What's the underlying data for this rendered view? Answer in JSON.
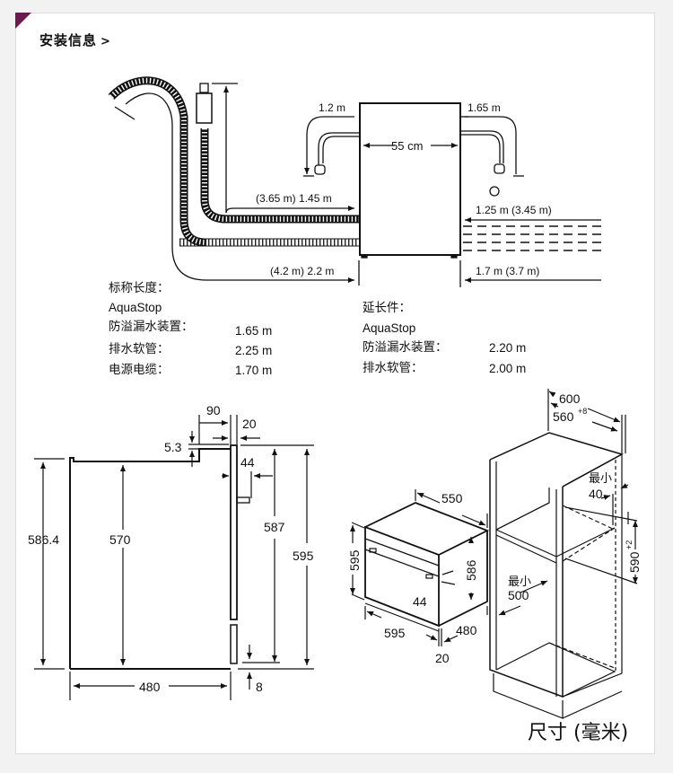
{
  "header": {
    "title": "安装信息",
    "chevron": ">"
  },
  "hose_diagram": {
    "appliance_width": "55 cm",
    "left_cable": "1.2 m",
    "right_cable": "1.65 m",
    "aquastop_inlet": "(3.65 m) 1.45 m",
    "drain_hose": "(4.2 m) 2.2 m",
    "right_upper": "1.25 m (3.45 m)",
    "right_lower": "1.7 m (3.7 m)"
  },
  "lengths": {
    "nominal": {
      "heading": "标称长度：",
      "aquastop_label": "AquaStop",
      "items": [
        {
          "label": "防溢漏水装置：",
          "value": "1.65 m"
        },
        {
          "label": "排水软管：",
          "value": "2.25 m"
        },
        {
          "label": "电源电缆：",
          "value": "1.70 m"
        }
      ]
    },
    "extension": {
      "heading": "延长件：",
      "aquastop_label": "AquaStop",
      "items": [
        {
          "label": "防溢漏水装置：",
          "value": "2.20 m"
        },
        {
          "label": "排水软管：",
          "value": "2.00 m"
        }
      ]
    }
  },
  "side_view": {
    "dims": {
      "d90": "90",
      "d20": "20",
      "d5_3": "5.3",
      "d44": "44",
      "d586_4": "586.4",
      "d570": "570",
      "d587": "587",
      "d595": "595",
      "d480": "480",
      "d8": "8"
    }
  },
  "iso_view": {
    "oven": {
      "d550": "550",
      "d595h": "595",
      "d586": "586",
      "d44": "44",
      "d595w": "595",
      "d480": "480",
      "d20": "20"
    },
    "cabinet": {
      "d600": "600",
      "d560": "560",
      "d560_tol": "+8",
      "min40_label": "最小",
      "min40": "40",
      "min500_label": "最小",
      "min500": "500",
      "d590": "590",
      "d590_tol": "+2"
    }
  },
  "footer": {
    "units": "尺寸 (毫米)"
  }
}
